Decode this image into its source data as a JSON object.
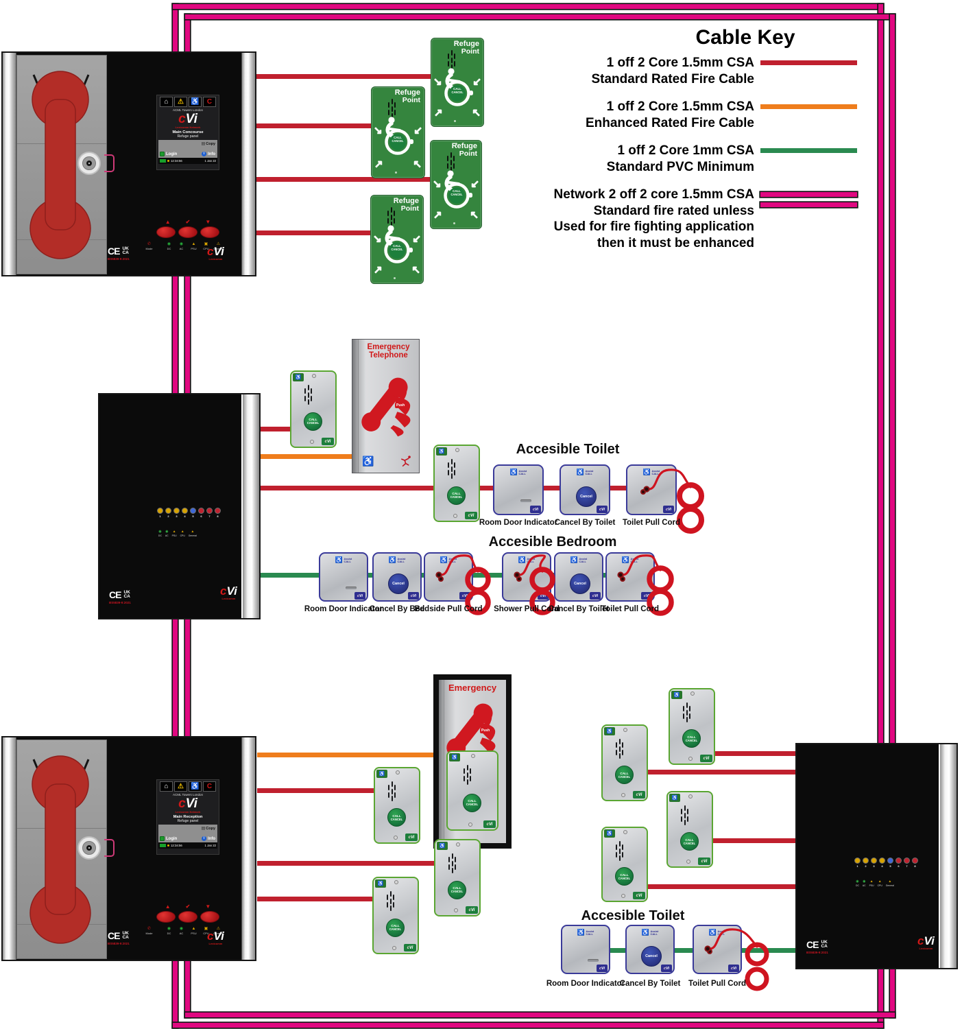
{
  "legend": {
    "title": "Cable Key",
    "entries": [
      {
        "label_lines": [
          "1 off 2 Core 1.5mm CSA",
          "Standard Rated Fire Cable"
        ],
        "swatch": "single",
        "color": "#c0202e"
      },
      {
        "label_lines": [
          "1 off 2 Core 1.5mm CSA",
          "Enhanced Rated Fire Cable"
        ],
        "swatch": "single",
        "color": "#ef7d1c"
      },
      {
        "label_lines": [
          "1 off 2 Core 1mm CSA",
          "Standard PVC Minimum"
        ],
        "swatch": "single",
        "color": "#2a8a50"
      },
      {
        "label_lines": [
          "Network 2 off 2 core 1.5mm CSA",
          "Standard fire rated unless",
          "Used for fire fighting application",
          "then it must be enhanced"
        ],
        "swatch": "double",
        "color": "#e00880"
      }
    ]
  },
  "sections": {
    "toilet_mid": "Accesible Toilet",
    "bedroom": "Accesible Bedroom",
    "toilet_br": "Accesible Toilet"
  },
  "device_labels": {
    "toilet_mid": [
      "Room Door Indicator",
      "Cancel By Toilet",
      "Toilet Pull Cord"
    ],
    "bedroom": [
      "Room Door Indicator",
      "Cancel By Bed",
      "Bedside Pull Cord",
      "Shower Pull Cord",
      "Cancel By Toilet",
      "Toilet Pull Cord"
    ],
    "toilet_br": [
      "Room Door Indicator",
      "Cancel By Toilet",
      "Toilet Pull Cord"
    ]
  },
  "refuge_sign": {
    "line1": "Refuge",
    "line2": "Point",
    "button_line1": "CALL",
    "button_line2": "CANCEL"
  },
  "call_point": {
    "button_line1": "CALL",
    "button_line2": "CANCEL",
    "badge_c": "c",
    "badge_vi": "Vi"
  },
  "assist_plate": {
    "logo_line1": "Assist",
    "logo_line2": "CALL",
    "cancel_label": "Cancel",
    "badge_c": "c",
    "badge_vi": "Vi"
  },
  "master_panel": {
    "screen": {
      "header": "ACML Towers London",
      "logo_c": "c",
      "logo_vi": "Vi",
      "logo_sub": "Lexicomm Network",
      "location_top_panel": "Main Concourse",
      "location_bottom_panel": "Main Reception",
      "sub_line": "Refuge panel",
      "copy": "Copy",
      "login": "Login",
      "info": "Info",
      "time": "12:34:56",
      "date": "1 Jan 22"
    },
    "nav_marks": [
      "▲",
      "✔",
      "▼"
    ],
    "led_labels": [
      "Mode",
      "DC",
      "AC",
      "PSU",
      "CPU",
      "General"
    ]
  },
  "network_panel": {
    "channels": [
      "1",
      "2",
      "3",
      "4",
      "5",
      "6",
      "7",
      "8"
    ],
    "led_labels": [
      "DC",
      "AC",
      "PSU",
      "CPU",
      "General"
    ]
  },
  "certification": {
    "ce": "CE",
    "ukca_line1": "UK",
    "ukca_line2": "CA",
    "standard": "BS5839-9:2021"
  },
  "brand": {
    "logo_c": "c",
    "logo_vi": "Vi",
    "name": "Lexicomm"
  },
  "cabinets": {
    "emergency_telephone_line1": "Emergency",
    "emergency_telephone_line2": "Telephone",
    "emergency": "Emergency",
    "push": "Push"
  },
  "cable_colors": {
    "standard_fire": "#c0202e",
    "enhanced_fire": "#ef7d1c",
    "pvc": "#2a8a50",
    "network": "#e00880"
  }
}
